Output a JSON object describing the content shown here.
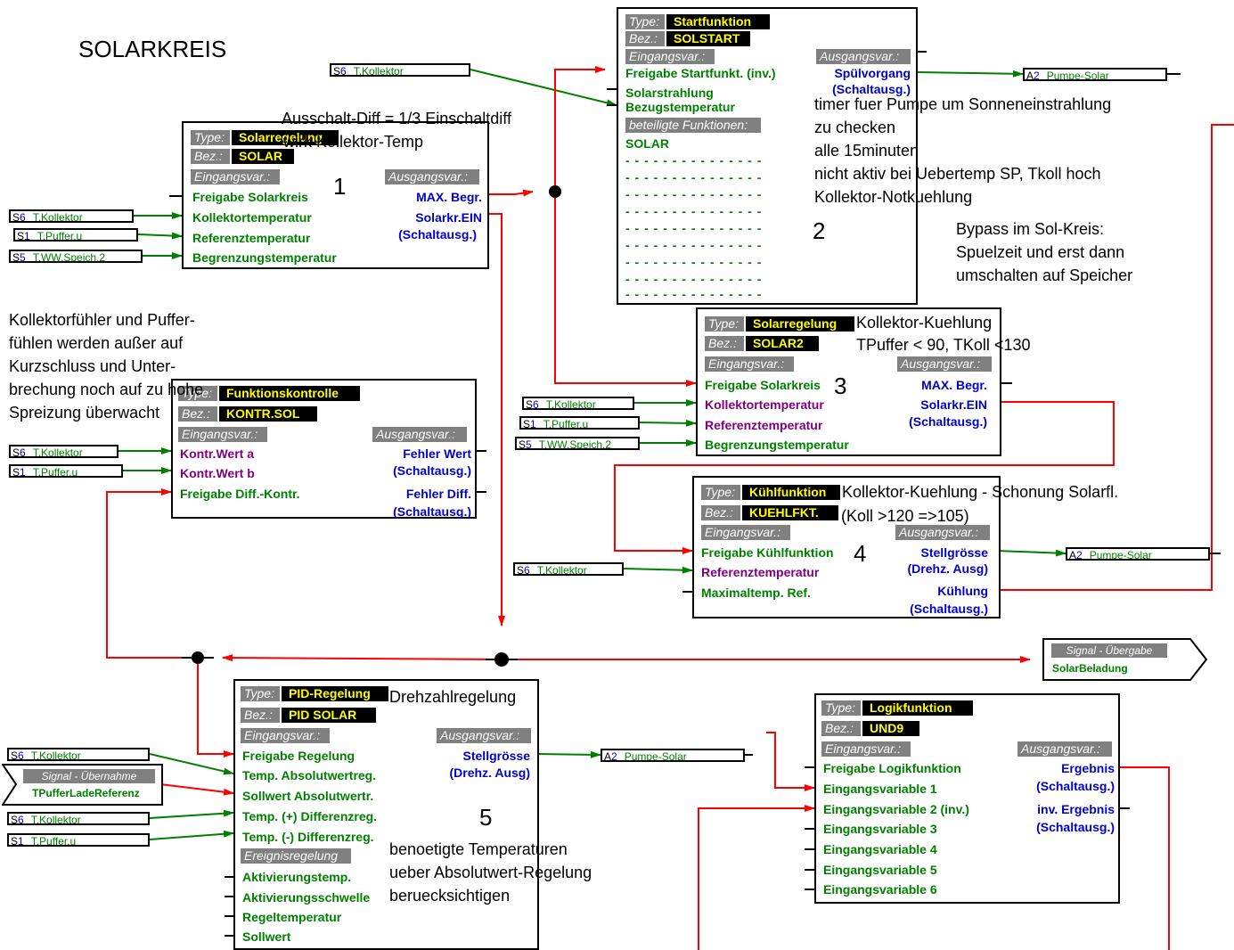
{
  "title": "SOLARKREIS",
  "common": {
    "type_label": "Type:",
    "bez_label": "Bez.:",
    "eingang": "Eingangsvar.:",
    "ausgang": "Ausgangsvar.:"
  },
  "blocks": {
    "b1": {
      "type": "Solarregelung",
      "bez": "SOLAR",
      "in": [
        "Freigabe Solarkreis",
        "Kollektortemperatur",
        "Referenztemperatur",
        "Begrenzungstemperatur"
      ],
      "out": [
        "MAX. Begr.",
        "Solarkr.EIN",
        "(Schaltausg.)"
      ]
    },
    "b2": {
      "type": "Startfunktion",
      "bez": "SOLSTART",
      "in": [
        "Freigabe Startfunkt. (inv.)",
        "Solarstrahlung",
        "Bezugstemperatur"
      ],
      "out": [
        "Spülvorgang",
        "(Schaltausg.)"
      ],
      "beteiligt": "beteiligte Funktionen:",
      "func": "SOLAR",
      "dash": "- - - - - - - - - - - - - - -"
    },
    "b3": {
      "type": "Solarregelung",
      "bez": "SOLAR2",
      "in": [
        "Freigabe Solarkreis",
        "Kollektortemperatur",
        "Referenztemperatur",
        "Begrenzungstemperatur"
      ],
      "out": [
        "MAX. Begr.",
        "Solarkr.EIN",
        "(Schaltausg.)"
      ]
    },
    "b4": {
      "type": "Kühlfunktion",
      "bez": "KUEHLFKT.",
      "in": [
        "Freigabe Kühlfunktion",
        "Referenztemperatur",
        "Maximaltemp. Ref."
      ],
      "out": [
        "Stellgrösse",
        "(Drehz. Ausg)",
        "Kühlung",
        "(Schaltausg.)"
      ]
    },
    "bfk": {
      "type": "Funktionskontrolle",
      "bez": "KONTR.SOL",
      "in": [
        "Kontr.Wert a",
        "Kontr.Wert b",
        "Freigabe Diff.-Kontr."
      ],
      "out": [
        "Fehler Wert",
        "(Schaltausg.)",
        "Fehler Diff.",
        "(Schaltausg.)"
      ]
    },
    "b5": {
      "type": "PID-Regelung",
      "bez": "PID SOLAR",
      "in": [
        "Freigabe Regelung",
        "Temp. Absolutwertreg.",
        "Sollwert Absolutwertr.",
        "Temp. (+) Differenzreg.",
        "Temp. (-) Differenzreg."
      ],
      "ereignis": "Ereignisregelung",
      "in2": [
        "Aktivierungstemp.",
        "Aktivierungsschwelle",
        "Regeltemperatur",
        "Sollwert"
      ],
      "out": [
        "Stellgrösse",
        "(Drehz. Ausg)"
      ]
    },
    "blog": {
      "type": "Logikfunktion",
      "bez": "UND9",
      "in": [
        "Freigabe Logikfunktion",
        "Eingangsvariable 1",
        "Eingangsvariable 2 (inv.)",
        "Eingangsvariable 3",
        "Eingangsvariable 4",
        "Eingangsvariable 5",
        "Eingangsvariable 6"
      ],
      "out": [
        "Ergebnis",
        "(Schaltausg.)",
        "inv. Ergebnis",
        "(Schaltausg.)"
      ]
    }
  },
  "sensors": {
    "s6": {
      "k": "S",
      "n": "6",
      "label": "T.Kollektor"
    },
    "s1": {
      "k": "S",
      "n": "1",
      "label": "T.Puffer.u"
    },
    "s5": {
      "k": "S",
      "n": "5",
      "label": "T.WW.Speich.2"
    },
    "a2": {
      "k": "A",
      "n": "2",
      "label": "Pumpe-Solar"
    }
  },
  "signals": {
    "out": {
      "head": "Signal - Übergabe",
      "name": "SolarBeladung"
    },
    "in": {
      "head": "Signal - Übernahme",
      "name": "TPufferLadeReferenz"
    }
  },
  "annotations": {
    "a1a": "Ausschalt-Diff = 1/3 Einschaltdiff",
    "a1b": "wirk Kollektor-Temp",
    "a2": [
      "timer fuer Pumpe um Sonneneinstrahlung",
      "zu checken",
      "alle 15minuten",
      "nicht aktiv bei Uebertemp SP, Tkoll hoch",
      "Kollektor-Notkuehlung"
    ],
    "a_bypass": [
      "Bypass im Sol-Kreis:",
      "Spuelzeit und erst dann",
      "umschalten auf Speicher"
    ],
    "a_kontr": [
      "Kollektorfühler und Puffer-",
      "fühlen werden außer auf",
      "Kurzschluss und Unter-",
      "brechung noch auf zu hohe",
      "Spreizung überwacht"
    ],
    "a3a": "Kollektor-Kuehlung",
    "a3b": "TPuffer < 90, TKoll <130",
    "a4a": "Kollektor-Kuehlung - Schonung Solarfl.",
    "a4b": "(Koll >120 =>105)",
    "a5a": "Drehzahlregelung",
    "a5b": [
      "benoetigte Temperaturen",
      "ueber Absolutwert-Regelung",
      "beruecksichtigen"
    ]
  },
  "numbers": {
    "n1": "1",
    "n2": "2",
    "n3": "3",
    "n4": "4",
    "n5": "5"
  },
  "colors": {
    "wire_red": "#ff0000",
    "wire_green": "#008000",
    "label_gray": "#808080",
    "value_yellow": "#ffff00"
  }
}
